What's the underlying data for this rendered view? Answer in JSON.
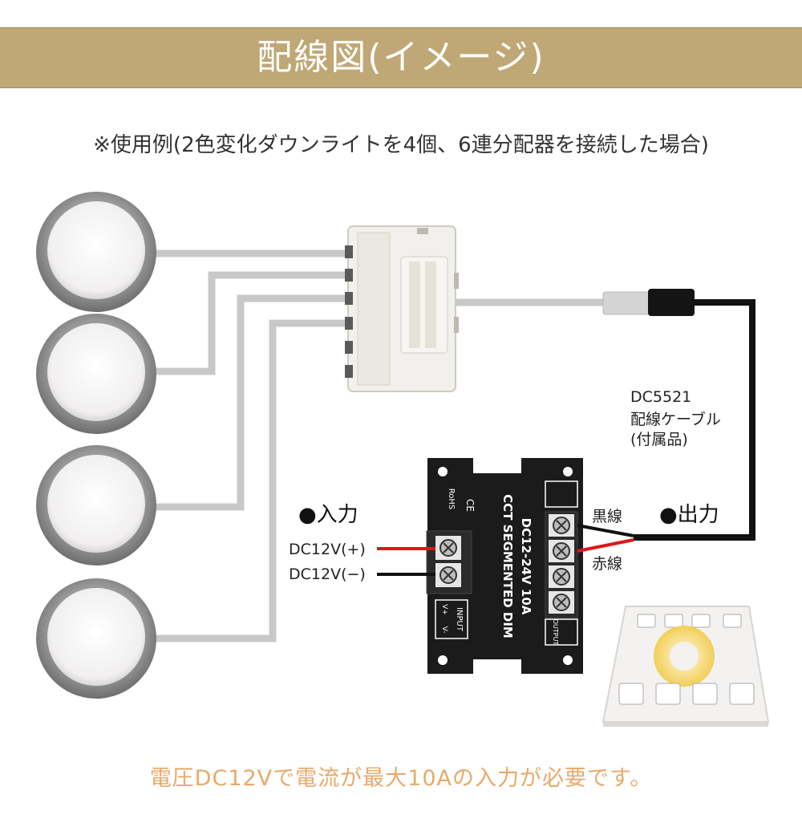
{
  "banner": {
    "title": "配線図(イメージ)"
  },
  "subtitle": "※使用例(2色変化ダウンライトを4個、6連分配器を接続した場合)",
  "cable_label": {
    "line1": "DC5521",
    "line2": "配線ケーブル",
    "line3": "(付属品)"
  },
  "input_label": "●入力",
  "output_label": "●出力",
  "dc_plus": "DC12V(+)",
  "dc_minus": "DC12V(−)",
  "black_wire": "黒線",
  "red_wire": "赤線",
  "controller": {
    "line1": "CCT SEGMENTED DIM",
    "line2": "DC12-24V  10A",
    "input_text": "INPUT",
    "v_plus": "V+",
    "v_minus": "V-",
    "output_text": "OUTPUT",
    "rohs": "RoHS",
    "ce": "CE"
  },
  "footer": "電圧DC12Vで電流が最大10Aの入力が必要です。",
  "colors": {
    "banner": "#bfa876",
    "footer_text": "#e8a96a",
    "red_wire": "#e0141c",
    "black_wire": "#111111",
    "grey_wire": "#c8c8c8"
  }
}
